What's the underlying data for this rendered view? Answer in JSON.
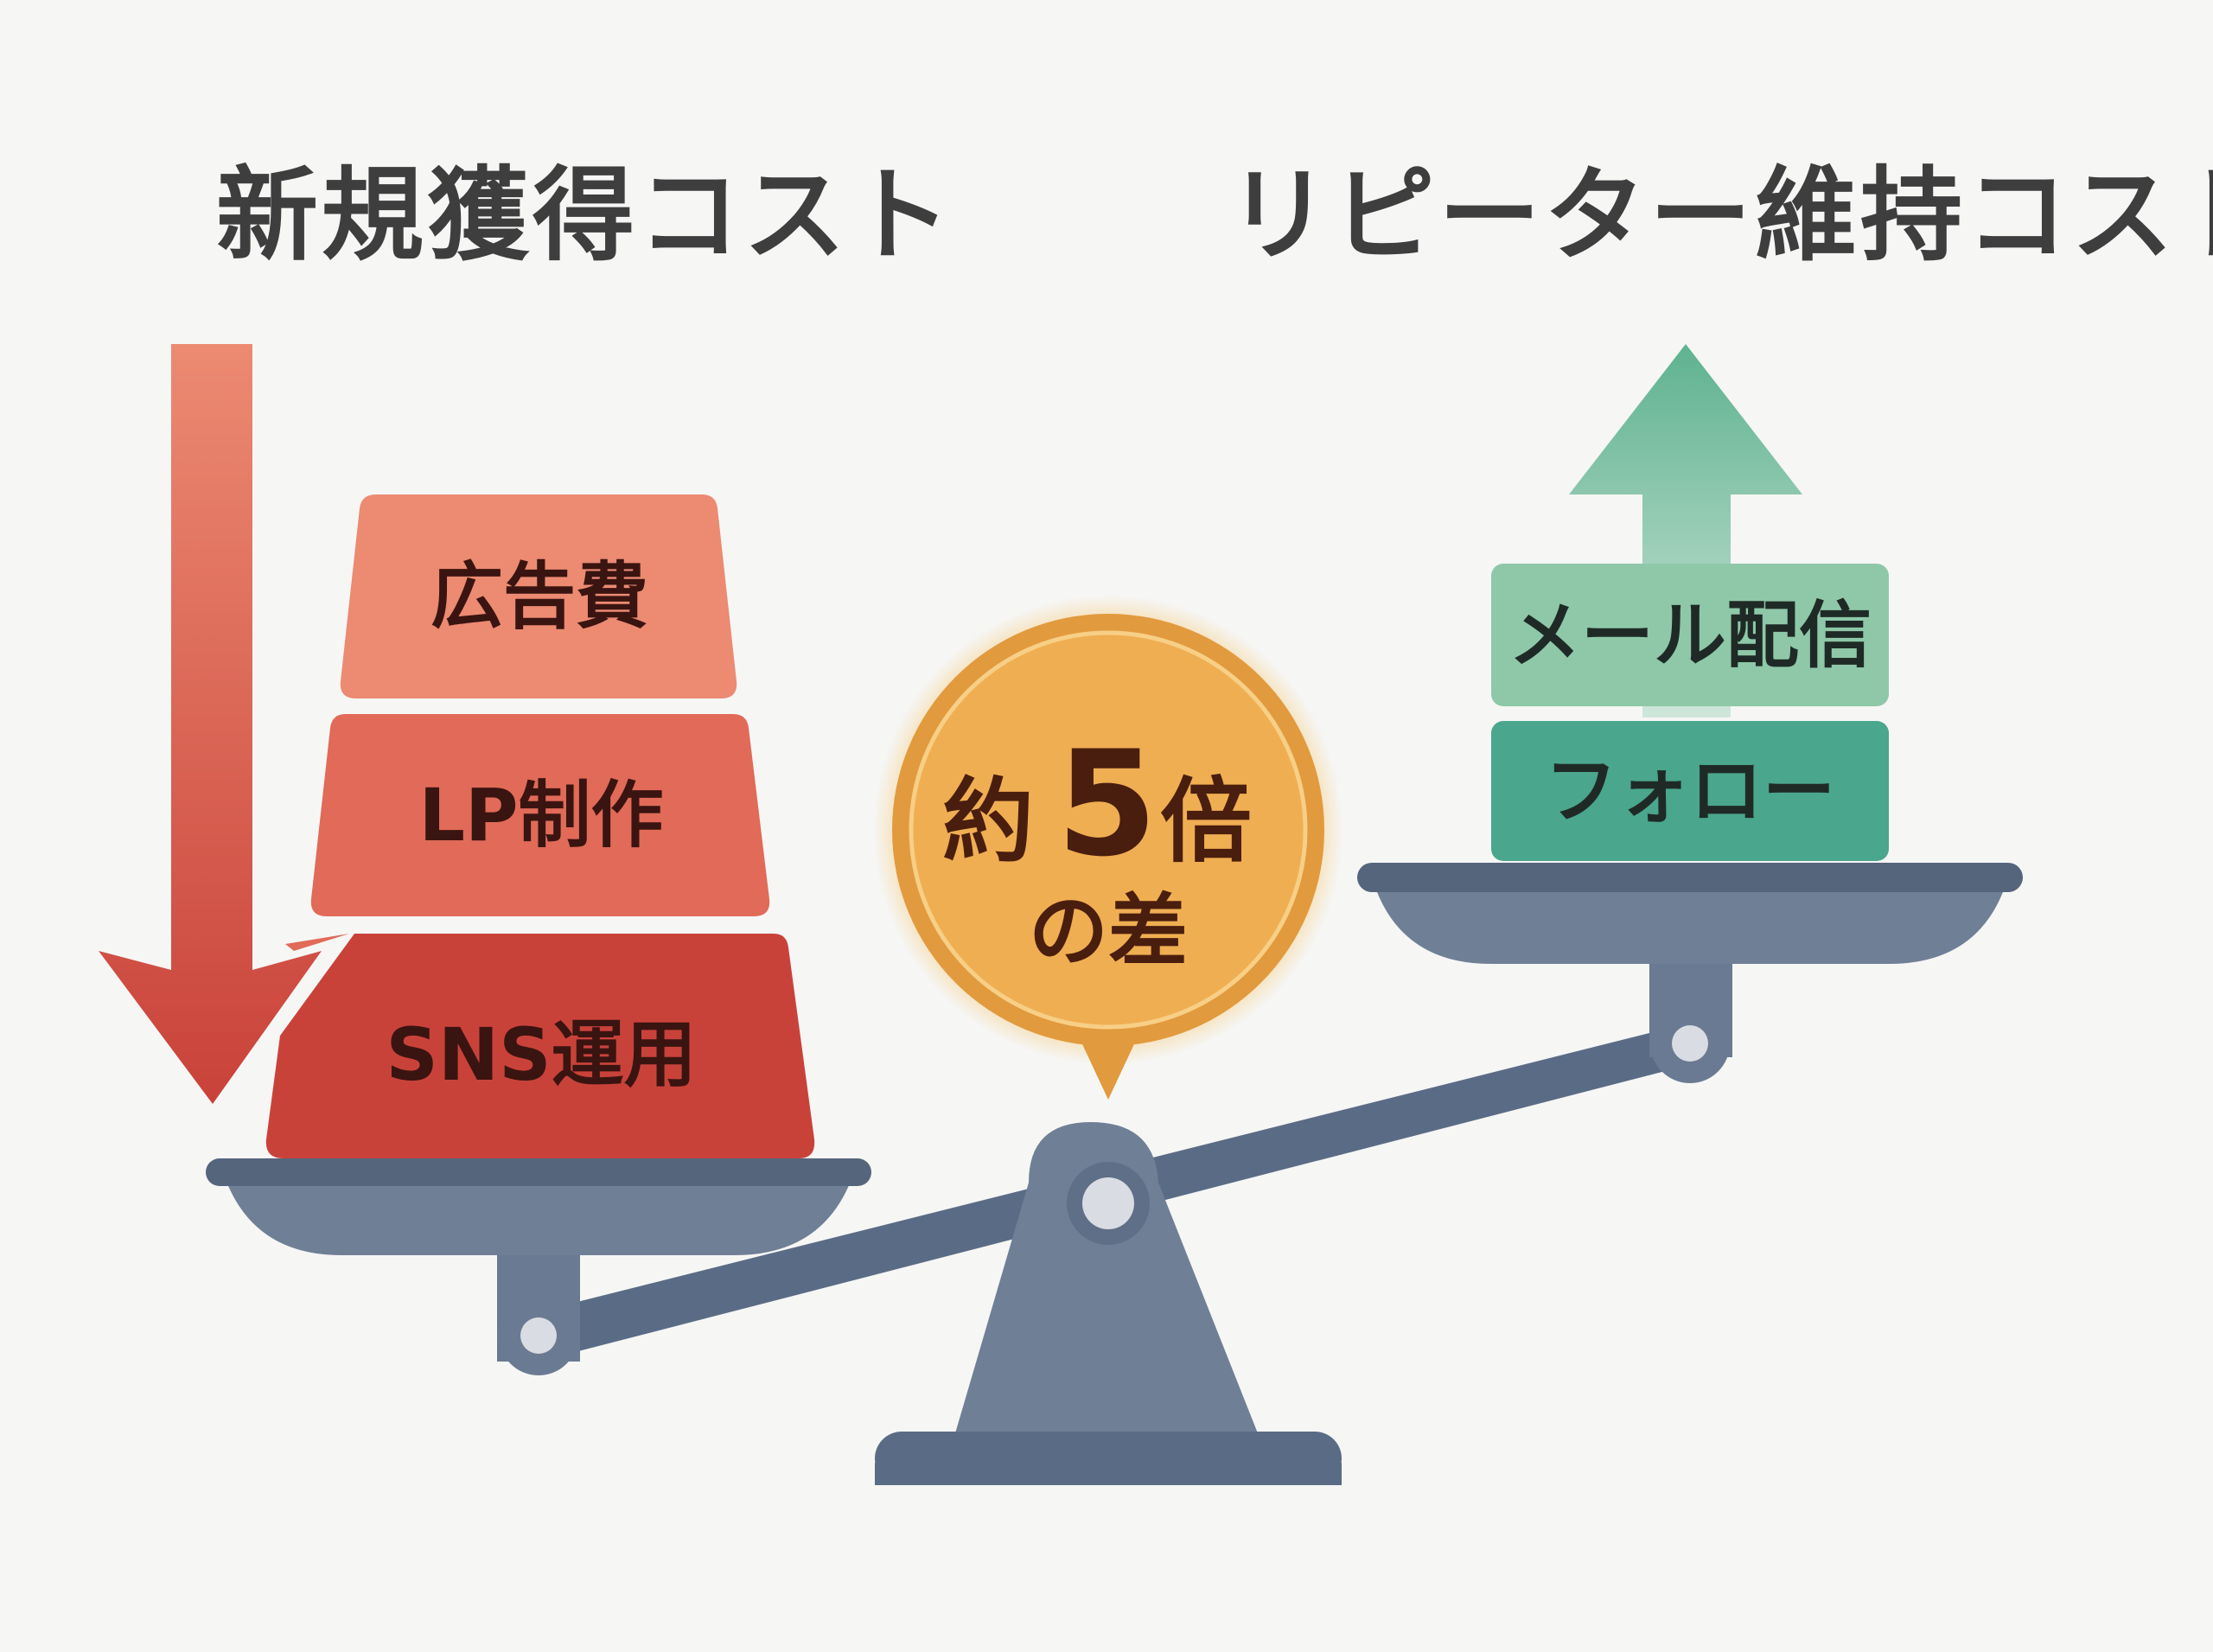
{
  "left": {
    "title": "新規獲得コスト",
    "blocks": [
      "広告費",
      "LP制作",
      "SNS運用"
    ]
  },
  "right": {
    "title": "リピーター維持コスト",
    "blocks": [
      "メール配信",
      "フォロー"
    ]
  },
  "badge": {
    "prefix": "約",
    "number": "5",
    "suffix": "倍",
    "sub": "の差"
  },
  "colors": {
    "left_arrow": "#e4624c",
    "right_arrow": "#6dba9c",
    "block_top": "#ec8a72",
    "block_mid": "#e16a58",
    "block_bottom": "#c9423a",
    "block_mail": "#8ec8a8",
    "block_follow": "#4aa68c",
    "scale": "#6f7f96",
    "badge": "#eda84a"
  }
}
